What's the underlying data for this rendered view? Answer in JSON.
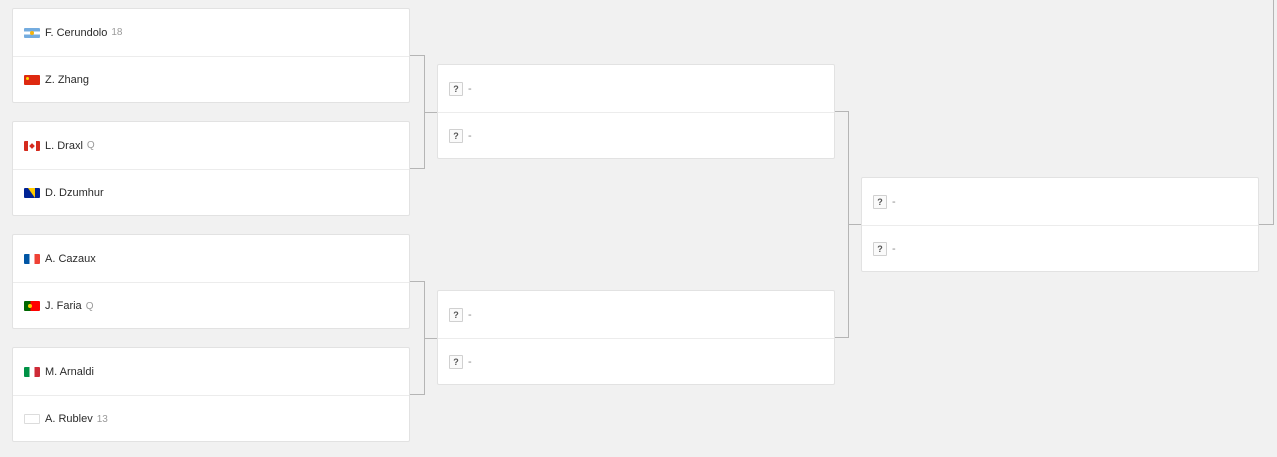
{
  "round1": [
    {
      "players": [
        {
          "name": "F. Cerundolo",
          "extra": "18",
          "flag": "argentina-flag"
        },
        {
          "name": "Z. Zhang",
          "extra": "",
          "flag": "china-flag"
        }
      ]
    },
    {
      "players": [
        {
          "name": "L. Draxl",
          "extra": "Q",
          "flag": "canada-flag"
        },
        {
          "name": "D. Dzumhur",
          "extra": "",
          "flag": "bosnia-flag"
        }
      ]
    },
    {
      "players": [
        {
          "name": "A. Cazaux",
          "extra": "",
          "flag": "france-flag"
        },
        {
          "name": "J. Faria",
          "extra": "Q",
          "flag": "portugal-flag"
        }
      ]
    },
    {
      "players": [
        {
          "name": "M. Arnaldi",
          "extra": "",
          "flag": "italy-flag"
        },
        {
          "name": "A. Rublev",
          "extra": "13",
          "flag": "blank-flag"
        }
      ]
    }
  ],
  "tbd": {
    "mark": "?",
    "dash": "-"
  },
  "colors": {
    "background": "#f1f1f1",
    "card": "#ffffff",
    "connector": "#b5b5b5"
  }
}
